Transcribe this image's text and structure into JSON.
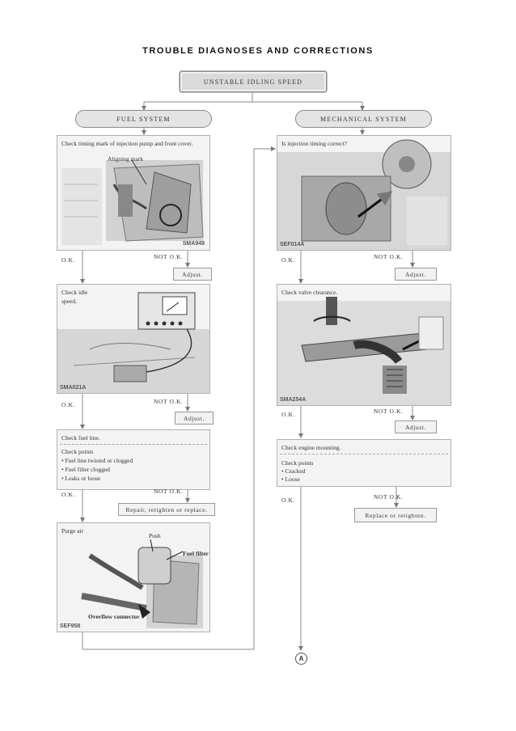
{
  "title": "TROUBLE  DIAGNOSES  AND  CORRECTIONS",
  "top_box": "UNSTABLE  IDLING  SPEED",
  "left_header": "FUEL  SYSTEM",
  "right_header": "MECHANICAL  SYSTEM",
  "left": {
    "p1": {
      "text": "Check timing mark of injection pump and front cover.",
      "callout": "Aligning mark",
      "code": "SMA949"
    },
    "p1_ok": "O.K.",
    "p1_notok": "NOT  O.K.",
    "p1_adj": "Adjust.",
    "p2": {
      "line1": "Check idle",
      "line2": "speed.",
      "code": "SMA021A"
    },
    "p2_ok": "O.K.",
    "p2_notok": "NOT  O.K.",
    "p2_adj": "Adjust.",
    "p3": {
      "head": "Check fuel line.",
      "sub": "Check points",
      "items": [
        "• Fuel line twisted or clogged",
        "• Fuel filter clogged",
        "• Leaks or loose"
      ]
    },
    "p3_ok": "O.K.",
    "p3_notok": "NOT  O.K.",
    "p3_adj": "Repair, retighten or replace.",
    "p4": {
      "text": "Purge air",
      "push": "Push",
      "filter": "Fuel filter",
      "overflow": "Overflow connector",
      "code": "SEF958"
    }
  },
  "right": {
    "p1": {
      "text": "Is injection timing correct?",
      "code": "SEF014A"
    },
    "p1_ok": "O.K.",
    "p1_notok": "NOT  O.K.",
    "p1_adj": "Adjust.",
    "p2": {
      "text": "Check valve clearance.",
      "code": "SMA254A"
    },
    "p2_ok": "O.K.",
    "p2_notok": "NOT  O.K.",
    "p2_adj": "Adjust.",
    "p3": {
      "head": "Check engine mounting.",
      "sub": "Check points",
      "items": [
        "• Cracked",
        "• Loose"
      ]
    },
    "p3_ok": "O.K.",
    "p3_notok": "NOT  O.K.",
    "p3_adj": "Replace or retighten.",
    "connector": "A"
  }
}
